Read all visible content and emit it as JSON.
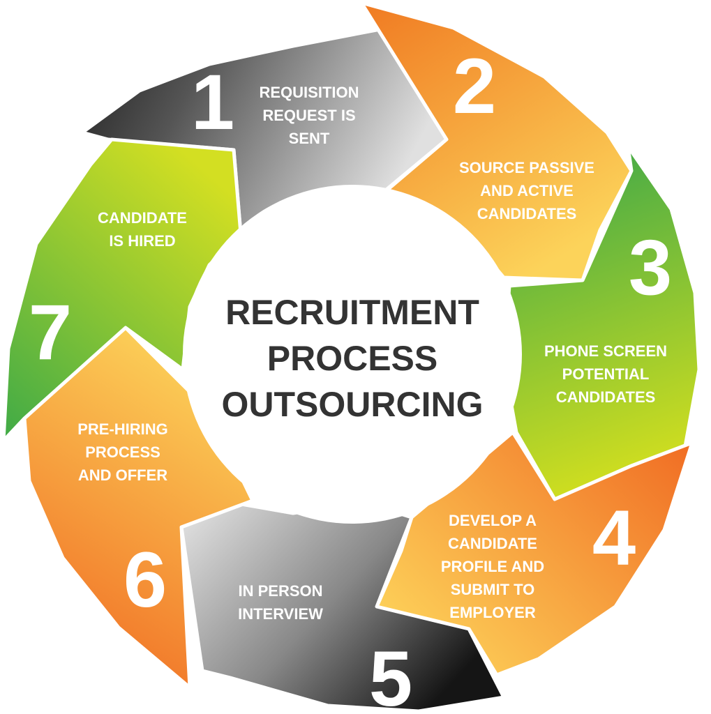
{
  "title": [
    "RECRUITMENT",
    "PROCESS",
    "OUTSOURCING"
  ],
  "steps": [
    {
      "number": "1",
      "lines": [
        "REQUISITION",
        "REQUEST IS",
        "SENT"
      ],
      "color": "gray"
    },
    {
      "number": "2",
      "lines": [
        "SOURCE PASSIVE",
        "AND ACTIVE",
        "CANDIDATES"
      ],
      "color": "orange"
    },
    {
      "number": "3",
      "lines": [
        "PHONE SCREEN",
        "POTENTIAL",
        "CANDIDATES"
      ],
      "color": "green"
    },
    {
      "number": "4",
      "lines": [
        "DEVELOP A",
        "CANDIDATE",
        "PROFILE AND",
        "SUBMIT TO",
        "EMPLOYER"
      ],
      "color": "orange"
    },
    {
      "number": "5",
      "lines": [
        "IN PERSON",
        "INTERVIEW"
      ],
      "color": "gray"
    },
    {
      "number": "6",
      "lines": [
        "PRE-HIRING",
        "PROCESS",
        "AND OFFER"
      ],
      "color": "orange"
    },
    {
      "number": "7",
      "lines": [
        "CANDIDATE",
        "IS HIRED"
      ],
      "color": "green"
    }
  ]
}
